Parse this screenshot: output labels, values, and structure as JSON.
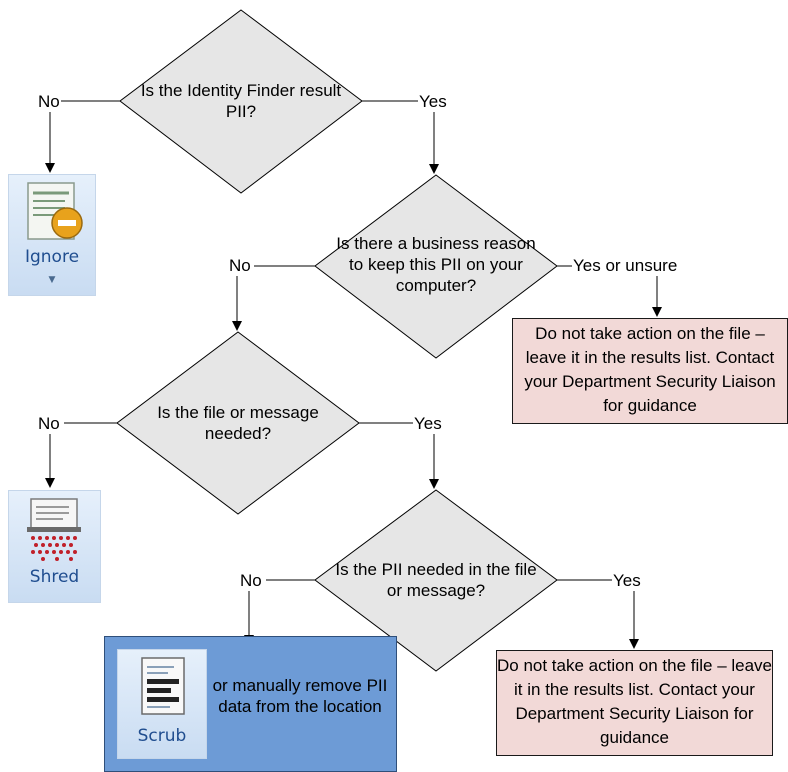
{
  "decisions": [
    {
      "text": "Is the Identity Finder result PII?"
    },
    {
      "text": "Is there a business reason to keep this PII on your computer?"
    },
    {
      "text": "Is the file or message needed?"
    },
    {
      "text": "Is the PII needed in the file or message?"
    }
  ],
  "labels": {
    "d1_no": "No",
    "d1_yes": "Yes",
    "d2_no": "No",
    "d2_yes": "Yes or unsure",
    "d3_no": "No",
    "d3_yes": "Yes",
    "d4_no": "No",
    "d4_yes": "Yes"
  },
  "notes": [
    {
      "text": "Do not take action on the file – leave it in the results list. Contact your Department Security Liaison for guidance"
    },
    {
      "text": "Do not take action on the file – leave it in the results list. Contact your Department Security Liaison for guidance"
    }
  ],
  "buttons": {
    "ignore": "Ignore",
    "shred": "Shred",
    "scrub": "Scrub"
  },
  "scrub_note": "or manually remove PII data from the location",
  "colors": {
    "decision_fill": "#e6e6e6",
    "note_fill": "#f2d9d7",
    "scrub_panel": "#6d9bd6",
    "ribbon_button": "#d4e3f5",
    "shred_dots": "#c0202a"
  }
}
